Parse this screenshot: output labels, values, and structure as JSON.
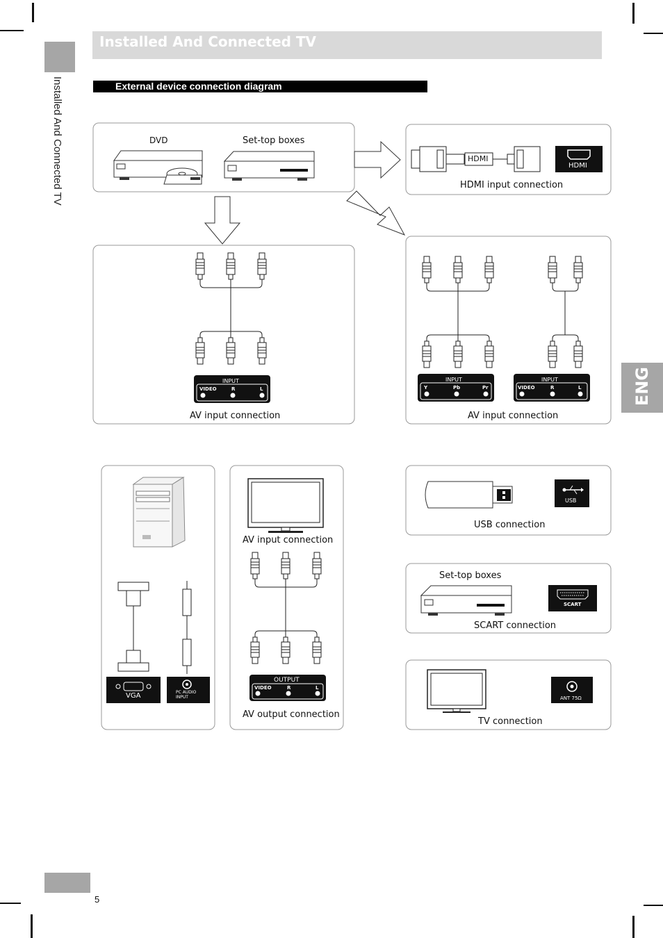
{
  "header": {
    "title": "Installed And Connected TV"
  },
  "side_label": "Installed And Connected TV",
  "section_title": "External device connection diagram",
  "language_tab": "ENG",
  "page_number": "5",
  "diagram": {
    "dvd": "DVD",
    "settop": "Set-top boxes",
    "hdmi_cable": "HDMI",
    "hdmi_port": "HDMI",
    "hdmi_caption": "HDMI input connection",
    "av_caption_left": "AV input connection",
    "av_caption_right": "AV input connection",
    "panel_input": "INPUT",
    "panel_video": "VIDEO",
    "panel_r": "R",
    "panel_l": "L",
    "panel_y": "Y",
    "panel_pb": "Pb",
    "panel_pr": "Pr",
    "vga_label": "VGA",
    "pc_audio_label": "PC AUDIO\nINPUT",
    "tv_av_caption": "AV input connection",
    "output_label": "OUTPUT",
    "av_out_caption": "AV output connection",
    "usb_port": "USB",
    "usb_caption": "USB connection",
    "scart_settop": "Set-top boxes",
    "scart_port": "SCART",
    "scart_caption": "SCART connection",
    "ant_port": "ANT 75Ω",
    "tv_caption": "TV connection"
  }
}
